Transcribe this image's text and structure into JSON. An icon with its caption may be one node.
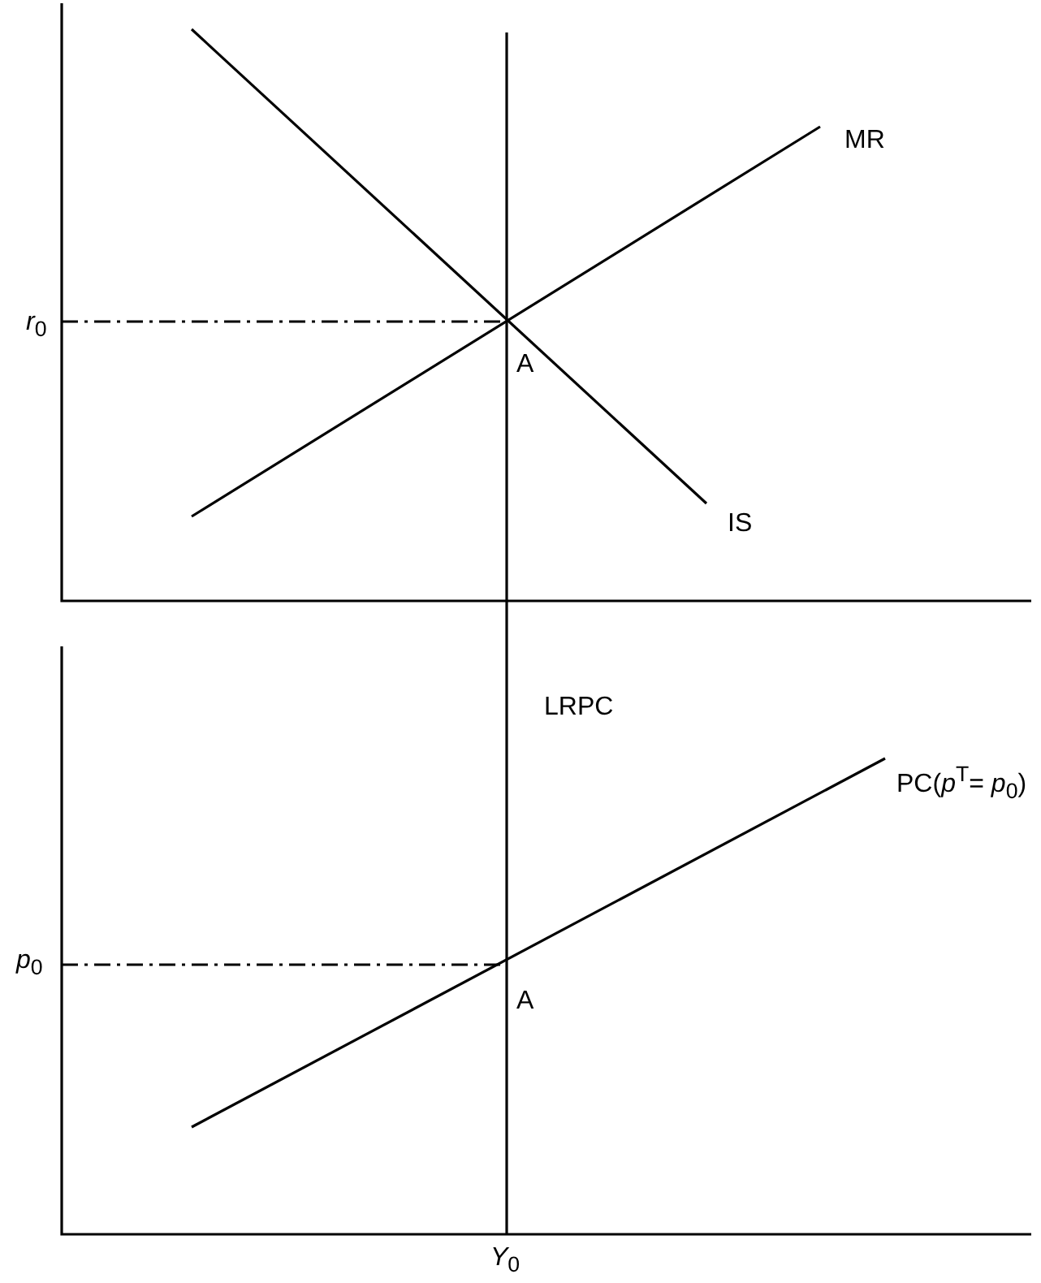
{
  "diagram": {
    "labels": [
      "MR",
      "*r*$_{0}$",
      "A",
      "IS",
      "LRPC",
      "PC(*p*$^{T}$= *p*$_{0}$)",
      "*p*$_{0}$",
      "A",
      "*Y*$_{0}$"
    ]
  }
}
